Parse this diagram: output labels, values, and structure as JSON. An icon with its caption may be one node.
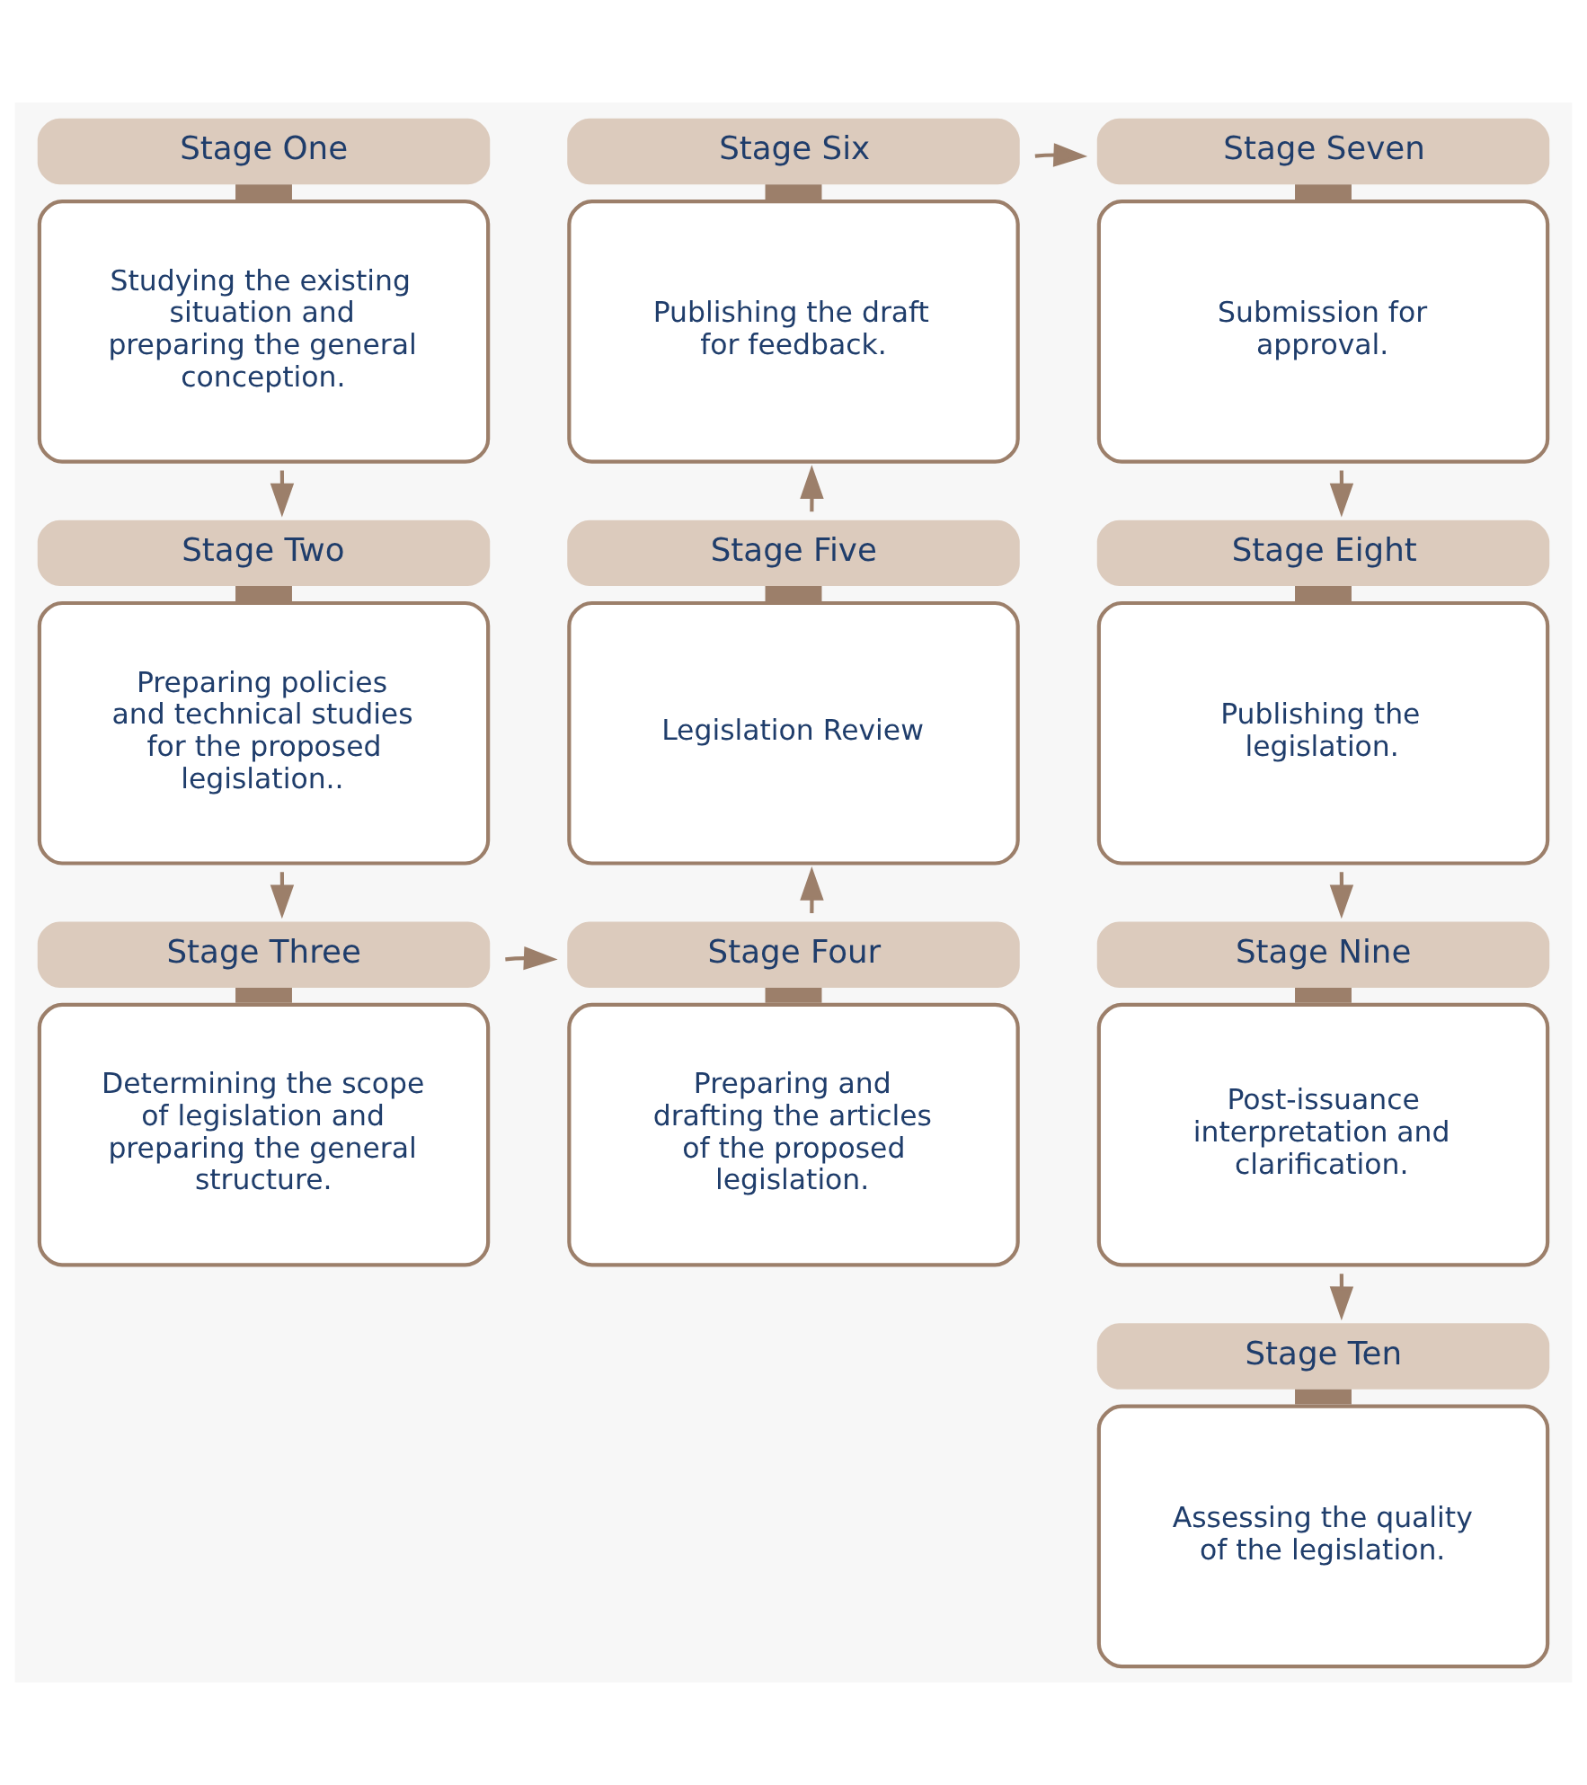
{
  "diagram": {
    "nodes": [
      {
        "text": [
          "Stage One",
          "Studying the existing situation and preparing the general conception."
        ]
      },
      {
        "text": [
          "Stage Two",
          "Preparing policies and technical studies for the proposed legislation.."
        ]
      },
      {
        "text": [
          "Stage Three",
          "Determining the scope of legislation and preparing the general structure."
        ]
      },
      {
        "text": [
          "Stage Four",
          "Preparing and drafting the articles of the proposed legislation."
        ]
      },
      {
        "text": [
          "Stage Five",
          "Legislation Review"
        ]
      },
      {
        "text": [
          "Stage Six",
          "Publishing the draft for feedback."
        ]
      },
      {
        "text": [
          "Stage Seven",
          "Submission for approval."
        ]
      },
      {
        "text": [
          "Stage Eight",
          "Publishing the legislation."
        ]
      },
      {
        "text": [
          "Stage Nine",
          "Post-issuance interpretation and clarification."
        ]
      },
      {
        "text": [
          "Stage Ten",
          "Assessing the quality of the legislation."
        ]
      }
    ],
    "edges": [
      {
        "from": 0,
        "to": 1,
        "arrow": "to"
      },
      {
        "from": 1,
        "to": 2,
        "arrow": "to"
      },
      {
        "from": 2,
        "to": 3,
        "arrow": "to"
      },
      {
        "from": 3,
        "to": 4,
        "arrow": "to"
      },
      {
        "from": 4,
        "to": 5,
        "arrow": "to"
      },
      {
        "from": 5,
        "to": 6,
        "arrow": "to"
      },
      {
        "from": 6,
        "to": 7,
        "arrow": "to"
      },
      {
        "from": 7,
        "to": 8,
        "arrow": "to"
      },
      {
        "from": 8,
        "to": 9,
        "arrow": "to"
      }
    ]
  }
}
